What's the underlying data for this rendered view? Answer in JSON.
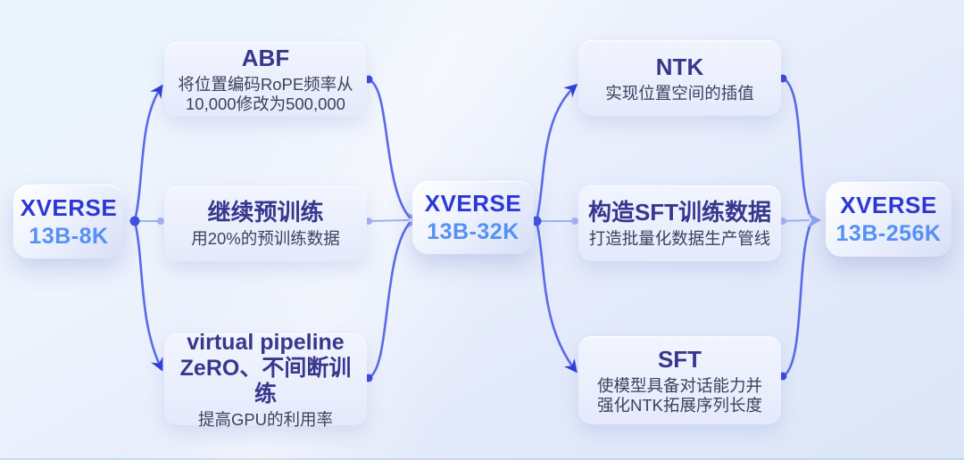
{
  "nodes": [
    {
      "name": "XVERSE",
      "version": "13B-8K"
    },
    {
      "name": "XVERSE",
      "version": "13B-32K"
    },
    {
      "name": "XVERSE",
      "version": "13B-256K"
    }
  ],
  "stage1": [
    {
      "title": "ABF",
      "desc_line1": "将位置编码RoPE频率从",
      "desc_line2": "10,000修改为500,000"
    },
    {
      "title": "继续预训练",
      "desc_line1": "用20%的预训练数据"
    },
    {
      "title_line1": "virtual pipeline",
      "title_line2": "ZeRO、不间断训练",
      "desc_line1": "提高GPU的利用率"
    }
  ],
  "stage2": [
    {
      "title": "NTK",
      "desc_line1": "实现位置空间的插值"
    },
    {
      "title": "构造SFT训练数据",
      "desc_line1": "打造批量化数据生产管线"
    },
    {
      "title": "SFT",
      "desc_line1": "使模型具备对话能力并",
      "desc_line2": "强化NTK拓展序列长度"
    }
  ],
  "colors": {
    "node_title": "#2c38d4",
    "node_version": "#5590f3",
    "box_title": "#37378d",
    "box_desc": "#3e415c",
    "connector": "#5b6ae9",
    "connector_light": "#9fb1f4",
    "arrow_dark": "#2e3cd4",
    "arrow_light": "#8da2f0"
  }
}
